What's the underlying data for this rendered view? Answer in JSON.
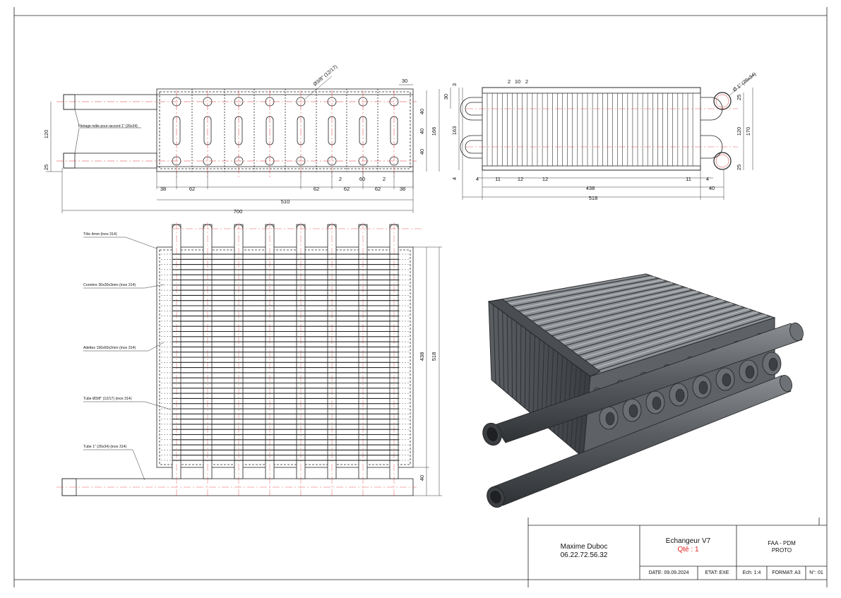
{
  "top_view": {
    "callout_thread": "Filetage mâle pour raccord 1\" (26x34)",
    "tube_dia": "Ø3/8\" (12/17)",
    "dims_bottom": [
      "38",
      "62",
      "62",
      "62",
      "62",
      "38"
    ],
    "dim_2a": "2",
    "dim_60": "60",
    "dim_2b": "2",
    "dim_510": "510",
    "dim_700": "700",
    "dim_30": "30",
    "dim_120": "120",
    "dim_25": "25",
    "dims_right": [
      "40",
      "40",
      "40"
    ],
    "dim_166": "166"
  },
  "side_view": {
    "dim_top_2a": "2",
    "dim_top_10": "10",
    "dim_top_2b": "2",
    "dim_3": "3",
    "dim_30": "30",
    "dim_163": "163",
    "dim_4_left": "4",
    "dim_4a": "4",
    "dim_11a": "11",
    "dim_12a": "12",
    "dim_12b": "12",
    "dim_11b": "11",
    "dim_4b": "4",
    "dim_438": "438",
    "dim_40": "40",
    "dim_518": "518",
    "tube_dia": "Ø 1\" (26x34)",
    "dim_r25a": "25",
    "dim_r120": "120",
    "dim_r25b": "25",
    "dim_170": "170"
  },
  "front_view": {
    "callouts": [
      "Tôle 4mm (inox 314)",
      "Cornière 30x30x3mm (inox 314)",
      "Ailettes 156x60x2mm (inox 314)",
      "Tube Ø3/8\" (12/17)  (inox 314)",
      "Tube 1\" (26x34) (inox 314)"
    ],
    "dim_438": "438",
    "dim_518": "518",
    "dim_40": "40"
  },
  "title_block": {
    "author": "Maxime Duboc",
    "phone": "06.22.72.56.32",
    "title": "Echangeur V7",
    "qty": "Qté : 1",
    "org": "FAA - PDM",
    "proto": "PROTO",
    "date": "DATE: 09.09.2024",
    "etat": "ETAT: EXE",
    "ech": "Ech: 1:4",
    "format": "FORMAT: A3",
    "num": "N°: 01"
  },
  "colors": {
    "line": "#1a1a1a",
    "dim": "#333333",
    "axis": "#e03030",
    "qty": "#e02020",
    "iso_dark": "#3f4246",
    "iso_mid": "#6b6f73",
    "iso_light": "#9a9ea2"
  }
}
